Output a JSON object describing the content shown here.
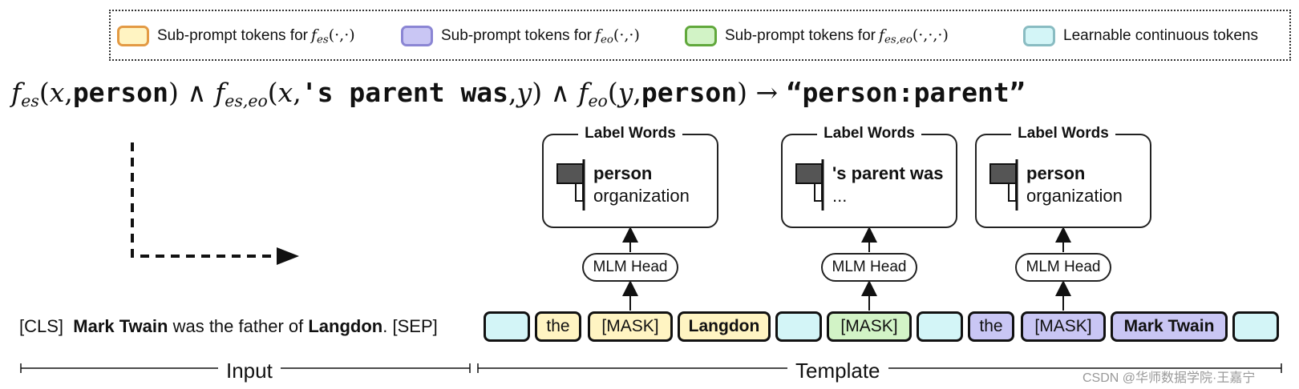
{
  "legend": {
    "items": [
      {
        "label": "Sub-prompt tokens for",
        "math": "f",
        "sub": "es",
        "args": "(·,·)",
        "color": "yellow"
      },
      {
        "label": "Sub-prompt tokens for",
        "math": "f",
        "sub": "eo",
        "args": "(·,·)",
        "color": "purple"
      },
      {
        "label": "Sub-prompt tokens for",
        "math": "f",
        "sub": "es,eo",
        "args": "(·,·,·)",
        "color": "green"
      },
      {
        "label": "Learnable continuous tokens",
        "color": "cyan"
      }
    ],
    "colors": {
      "yellow": "#fff4c2",
      "purple": "#c9c6f4",
      "green": "#d2f3c6",
      "cyan": "#d3f5f7"
    }
  },
  "formula": {
    "f1": "f",
    "f1_sub": "es",
    "f1_args_a": "(",
    "f1_x": "x",
    "f1_sep": ",",
    "f1_word": "person",
    "f1_close": ")",
    "and1": "∧",
    "f2": "f",
    "f2_sub": "es,eo",
    "f2_args_a": "(",
    "f2_x": "x",
    "f2_sep": ",",
    "f2_word": "'s parent was",
    "f2_sep2": ",",
    "f2_y": "y",
    "f2_close": ")",
    "and2": "∧",
    "f3": "f",
    "f3_sub": "eo",
    "f3_args_a": "(",
    "f3_y": "y",
    "f3_sep": ",",
    "f3_word": "person",
    "f3_close": ")",
    "arrow": "→",
    "result": "“person:parent”"
  },
  "panels": [
    {
      "title": "Label Words",
      "word1": "person",
      "word2": "organization"
    },
    {
      "title": "Label Words",
      "word1": "'s parent was",
      "word2": "..."
    },
    {
      "title": "Label Words",
      "word1": "person",
      "word2": "organization"
    }
  ],
  "mlm_label": "MLM Head",
  "input": {
    "cls": "[CLS]",
    "subject": "Mark Twain",
    "middle": "was the father of",
    "object": "Langdon",
    "period": ".",
    "sep": "[SEP]"
  },
  "tokens": [
    {
      "text": "",
      "type": "cyan"
    },
    {
      "text": "the",
      "type": "yellow"
    },
    {
      "text": "[MASK]",
      "type": "yellow"
    },
    {
      "text": "Langdon",
      "type": "yellow",
      "bold": true
    },
    {
      "text": "",
      "type": "cyan"
    },
    {
      "text": "[MASK]",
      "type": "green"
    },
    {
      "text": "",
      "type": "cyan"
    },
    {
      "text": "the",
      "type": "purple"
    },
    {
      "text": "[MASK]",
      "type": "purple"
    },
    {
      "text": "Mark Twain",
      "type": "purple",
      "bold": true
    },
    {
      "text": "",
      "type": "cyan"
    }
  ],
  "bottom": {
    "input_label": "Input",
    "template_label": "Template"
  },
  "watermark": "CSDN @华师数据学院·王嘉宁"
}
